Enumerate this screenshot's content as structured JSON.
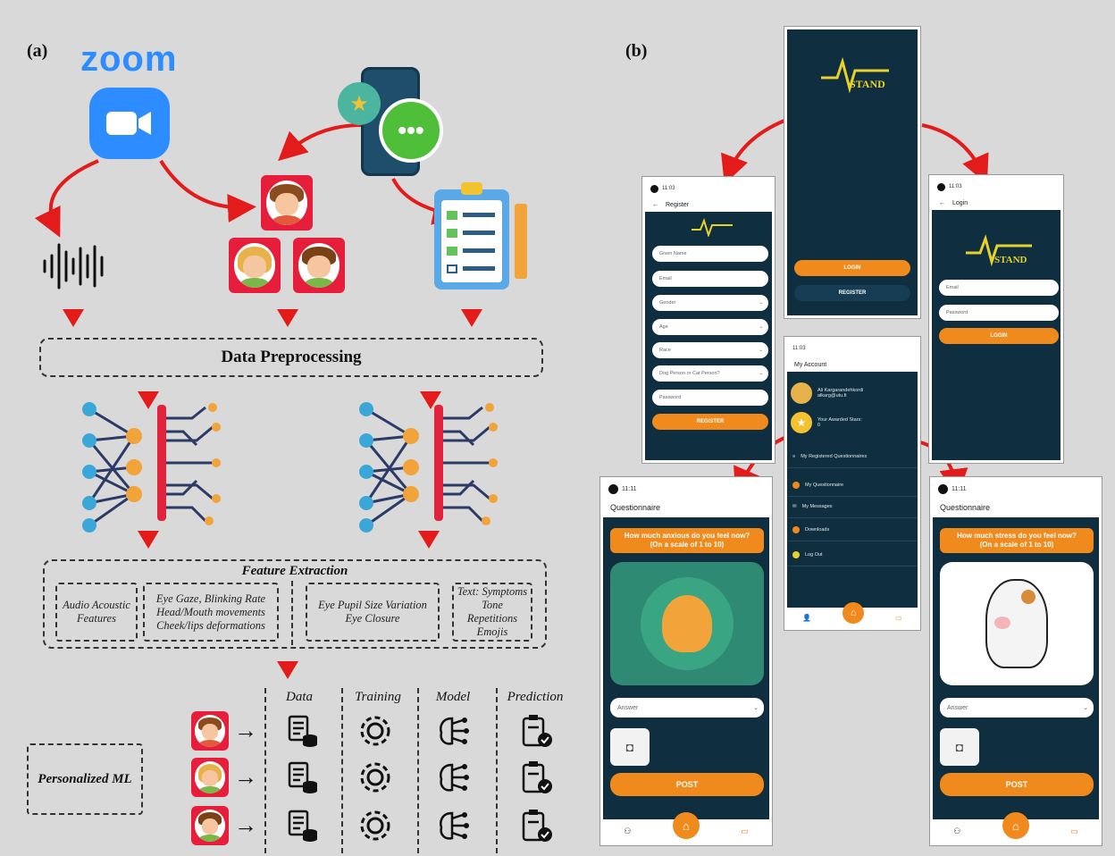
{
  "panel_a": {
    "label": "(a)",
    "zoom_logo": "zoom",
    "preprocessing": "Data Preprocessing",
    "feature_extraction": {
      "title": "Feature Extraction",
      "boxes": [
        "Audio Acoustic\nFeatures",
        "Eye Gaze, Blinking Rate\nHead/Mouth movements\nCheek/lips deformations",
        "Eye Pupil Size Variation\nEye Closure",
        "Text: Symptoms\nTone\nRepetitions\nEmojis"
      ]
    },
    "personalized": "Personalized ML",
    "columns": [
      "Data",
      "Training",
      "Model",
      "Prediction"
    ]
  },
  "panel_b": {
    "label": "(b)",
    "logo_text": "STAND",
    "splash": {
      "login": "LOGIN",
      "register": "REGISTER"
    },
    "register": {
      "title": "Register",
      "fields": [
        "Given Name",
        "Email",
        "Gender",
        "Age",
        "Race",
        "Dog Person or Cat Person?",
        "Password"
      ],
      "button": "REGISTER",
      "time": "11:03"
    },
    "login": {
      "title": "Login",
      "fields": [
        "Email",
        "Password"
      ],
      "button": "LOGIN",
      "time": "11:03"
    },
    "account": {
      "title": "My Account",
      "time": "11:03",
      "user_name": "Ali Kargarandehkordi",
      "user_email": "alkarg@utu.fi",
      "stars_label": "Your Awarded Stars:",
      "stars_value": "0",
      "items": [
        "My Registered Questionnaires",
        "My Questionnaire",
        "My Messages",
        "Downloads",
        "Log Out"
      ]
    },
    "q1": {
      "title": "Questionnaire",
      "time": "11:11",
      "question": "How much anxious do you feel now?\n(On a scale of 1 to 10)",
      "answer": "Answer",
      "post": "POST"
    },
    "q2": {
      "title": "Questionnaire",
      "time": "11:11",
      "question": "How much stress do you feel now?\n(On a scale of 1 to 10)",
      "answer": "Answer",
      "post": "POST"
    }
  },
  "colors": {
    "orange": "#f08a1c",
    "navy": "#0f2e3f",
    "red": "#e31b1b",
    "zoom_blue": "#2d8cff",
    "network_blue": "#3aa7d8",
    "network_orange": "#f2a33a"
  }
}
